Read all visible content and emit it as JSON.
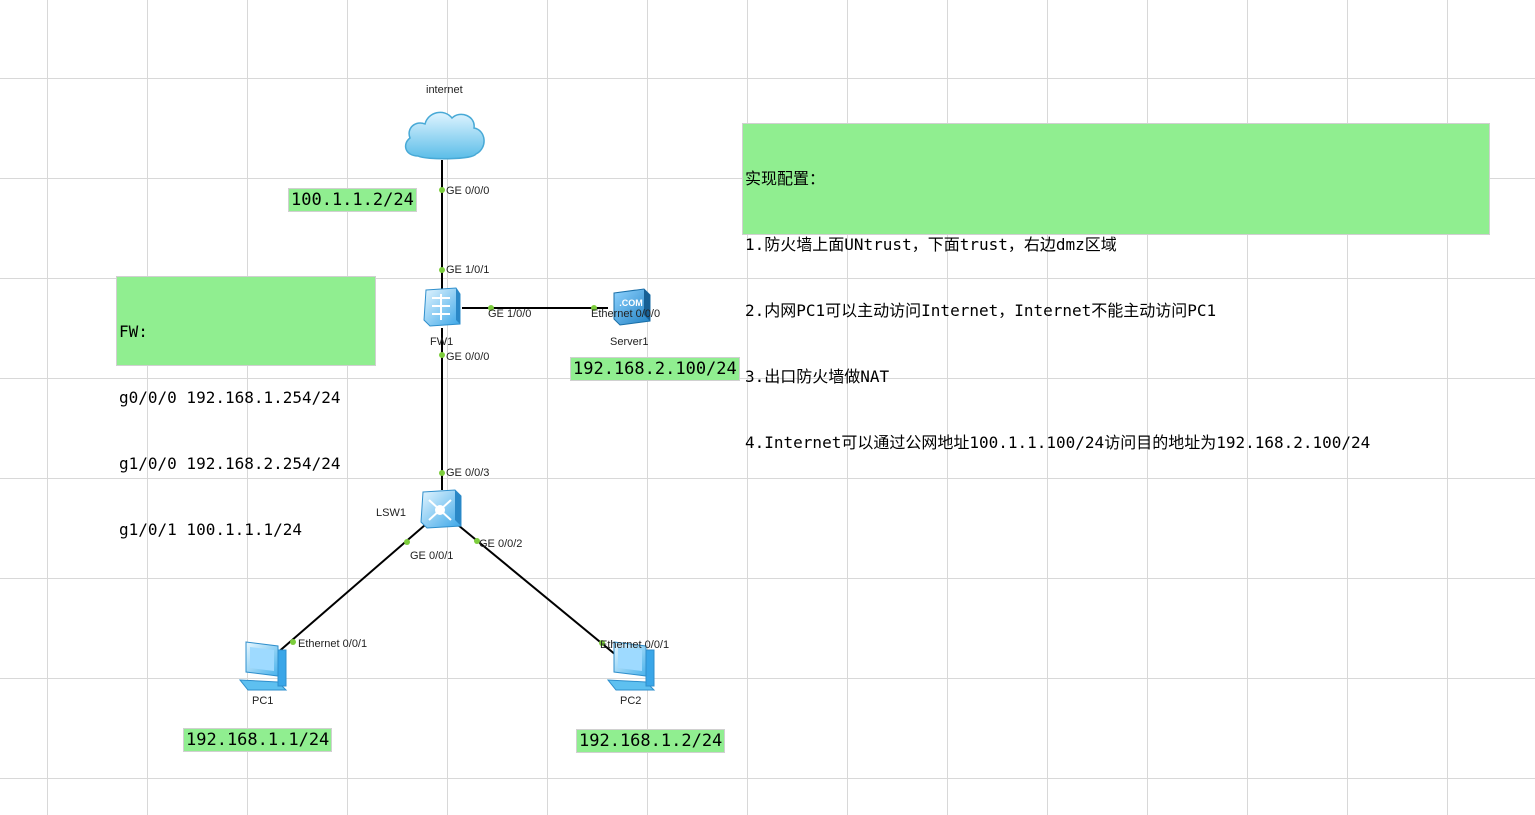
{
  "devices": {
    "internet": {
      "label": "internet",
      "icon": "cloud-icon"
    },
    "fw1": {
      "label": "FW1",
      "icon": "firewall-icon"
    },
    "server1": {
      "label": "Server1",
      "icon": "server-icon",
      "badge": ".COM"
    },
    "lsw1": {
      "label": "LSW1",
      "icon": "switch-icon"
    },
    "pc1": {
      "label": "PC1",
      "icon": "pc-icon"
    },
    "pc2": {
      "label": "PC2",
      "icon": "pc-icon"
    }
  },
  "ports": {
    "internet_ge000": "GE 0/0/0",
    "fw_ge101": "GE 1/0/1",
    "fw_ge100": "GE 1/0/0",
    "server_eth000": "Ethernet 0/0/0",
    "fw_ge000": "GE 0/0/0",
    "lsw_ge003": "GE 0/0/3",
    "lsw_ge001": "GE 0/0/1",
    "lsw_ge002": "GE 0/0/2",
    "pc1_eth001": "Ethernet 0/0/1",
    "pc2_eth001": "Ethernet 0/0/1"
  },
  "notes": {
    "internet_ip": "100.1.1.2/24",
    "server_ip": "192.168.2.100/24",
    "pc1_ip": "192.168.1.1/24",
    "pc2_ip": "192.168.1.2/24",
    "fw_lines": [
      "FW:",
      "g0/0/0 192.168.1.254/24",
      "g1/0/0 192.168.2.254/24",
      "g1/0/1 100.1.1.1/24"
    ],
    "task_lines": [
      "实现配置：",
      "1.防火墙上面UNtrust，下面trust，右边dmz区域",
      "2.内网PC1可以主动访问Internet，Internet不能主动访问PC1",
      "3.出口防火墙做NAT",
      "4.Internet可以通过公网地址100.1.1.100/24访问目的地址为192.168.2.100/24"
    ]
  },
  "colors": {
    "note_bg": "#90ee90",
    "port_dot": "#7ccd3c",
    "link": "#000000",
    "device_blue": "#3aa6e8"
  }
}
